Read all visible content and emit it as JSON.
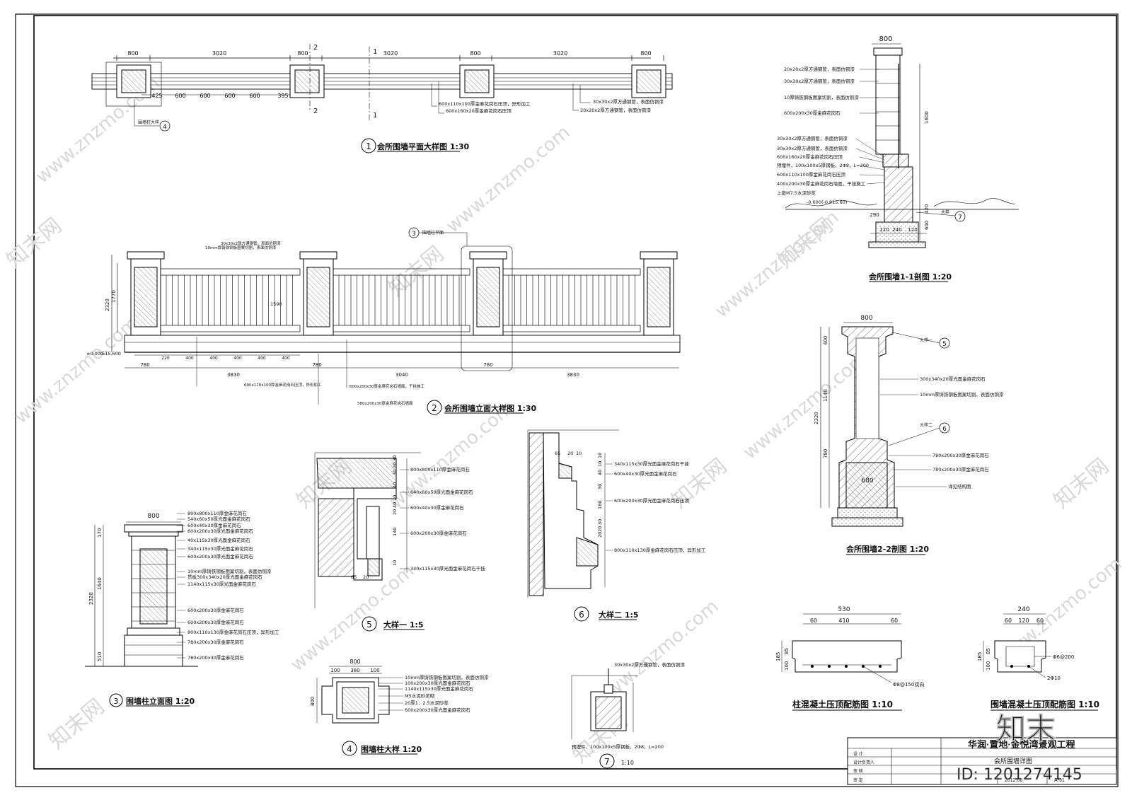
{
  "plan": {
    "title": "会所围墙平面大样图 1:30",
    "num": "1",
    "top_dims": [
      "800",
      "3020",
      "800",
      "3020",
      "800",
      "3020",
      "800"
    ],
    "bottom_dims": [
      "425",
      "600",
      "600",
      "600",
      "600",
      "395"
    ],
    "notes": [
      "600x110x100厚金麻花岗石压顶，异形加工",
      "600x160x20厚金麻花岗石压顶",
      "30x30x2厚方通钢管，表面仿铜漆",
      "20x20x2厚方通钢管，表面仿铜漆"
    ],
    "callout": "围墙柱大样",
    "sec1": "1",
    "sec2": "2"
  },
  "elevation": {
    "title": "会所围墙立面大样图 1:30",
    "num": "2",
    "callout": "围墙柱平面",
    "callout_num": "3",
    "height": "2320",
    "height2": "1770",
    "ground": "±0.000",
    "ground2": "515.600",
    "bottom_dims": [
      "780",
      "3830",
      "780",
      "3040",
      "780",
      "3830"
    ],
    "sub_dims": [
      "220",
      "400",
      "400",
      "400",
      "400",
      "400"
    ],
    "notes": [
      "600x110x100厚金麻花岗石压顶，异形加工",
      "600x200x30厚金麻花岗石墙面，干挂施工",
      "580x200x30厚金麻花岗石墙面",
      "30x30x2厚方通钢管，表面仿铜漆",
      "10mm厚铸铁钢板图案切割，表面仿铜漆"
    ],
    "ctr_dim": "1590"
  },
  "section11": {
    "title": "会所围墙1-1剖图 1:20",
    "top": "800",
    "ground": "-0.600(-0.915.60)",
    "dims": [
      "290",
      "120",
      "240",
      "120"
    ],
    "notes": [
      "20x20x2厚方通钢管，表面仿铜漆",
      "30x30x2厚方通钢管，表面仿铜漆",
      "10厚铸铁钢板图案切割，表面仿铜漆",
      "600x200x30厚金麻花岗石",
      "30x30x2厚方通钢管，表面仿铜漆",
      "30x30x2厚方通钢管，表面仿铜漆",
      "600x160x20厚金麻花岗石压顶",
      "预埋件，100x100x5厚钢板，2Φ8，L=200",
      "600x110x100厚金麻花岗石压顶",
      "400x200x30厚金麻花岗石墙面，干挂施工",
      "上嵌M7.5水泥砂浆"
    ],
    "callout": "大样",
    "callout_num": "7",
    "vdims": [
      "1600",
      "600",
      "420"
    ]
  },
  "section22": {
    "title": "会所围墙2-2剖图 1:20",
    "top": "800",
    "inner": "680",
    "height": "2320",
    "vdims": [
      "400",
      "1140",
      "780"
    ],
    "notes": [
      "300x340x20厚光面金麻花岗石",
      "10mm厚铸铁钢板图案切割，表面仿铜漆",
      "780x200x30厚金麻花岗石",
      "780x200x30厚金麻花岗石",
      "详见结构图"
    ],
    "callout_a": "大样一",
    "callout_a_num": "5",
    "callout_b": "大样二",
    "callout_b_num": "6"
  },
  "pillar": {
    "title": "围墙柱立面图 1:20",
    "num": "3",
    "top": "800",
    "height": "2320",
    "vdims": [
      "170",
      "1640",
      "510"
    ],
    "notes": [
      "800x800x110厚金麻花岗石",
      "540x60x50厚光面金麻花岗石",
      "600x40x30厚金麻花岗石",
      "600x200x30厚光面金麻花岗石",
      "40x115x30厚光面金麻花岗石",
      "340x115x30厚光面金麻花岗石",
      "600x200x30厚光面金麻花岗石",
      "10mm厚铸铁钢板图案切割，表面仿铜漆",
      "贯板300x340x20厚光面金麻花岗石",
      "1140x115x30厚光面金麻花岗石",
      "600x200x30厚金麻花岗石",
      "600x200x30厚金麻花岗石",
      "800x110x130厚金麻花岗石压顶，异形加工",
      "780x200x30厚金麻花岗石",
      "780x200x30厚金麻花岗石"
    ]
  },
  "detail5": {
    "title": "大样一 1:5",
    "num": "5",
    "notes": [
      "800x800x110厚金麻花岗石",
      "640x60x50厚光面金麻花岗石",
      "600x40x30厚金麻花岗石",
      "600x200x30厚金麻花岗石",
      "340x115x30厚光面金麻花岗石干挂"
    ],
    "vdims": [
      "30",
      "20",
      "30",
      "40",
      "20",
      "40",
      "20",
      "140",
      "10"
    ],
    "hdims": [
      "65",
      "20"
    ]
  },
  "detail6": {
    "title": "大样二 1:5",
    "num": "6",
    "notes": [
      "340x115x30厚光面金麻花岗石干挂",
      "600x40x30厚光面金麻花岗石",
      "600x200x30厚光面金麻花岗石压顶",
      "800x110x130厚金麻花岗石压顶，异形加工"
    ],
    "hdims": [
      "65",
      "20",
      "10"
    ],
    "vdims": [
      "10",
      "10",
      "40",
      "30",
      "180",
      "30",
      "20",
      "20"
    ]
  },
  "detail4": {
    "title": "围墙柱大样 1:20",
    "num": "4",
    "hdims": [
      "800",
      "100",
      "380",
      "100"
    ],
    "vdims": [
      "800"
    ],
    "notes": [
      "10mm厚铸铁钢板图案切割，表面仿铜漆",
      "100x200x30厚光面金麻花岗石",
      "1140x115x30厚光面金麻花岗石",
      "M5水泥砂浆砌",
      "20厚1：2.5水泥砂浆",
      "600x200x30厚光面金麻花岗石"
    ]
  },
  "detail7": {
    "title": "1:10",
    "num": "7",
    "notes": [
      "30x30x2厚方通钢管，表面仿铜漆"
    ],
    "anchor": "预埋件，100x100x5厚钢板，2Φ8，L=200"
  },
  "rebar1": {
    "title": "柱混凝土压顶配筋图 1:10",
    "top": "530",
    "dims": [
      "60",
      "410",
      "60"
    ],
    "vdims": [
      "185",
      "100",
      "85"
    ],
    "rebar": "Φ8@150双向"
  },
  "rebar2": {
    "title": "围墙混凝土压顶配筋图 1:10",
    "top": "240",
    "dims": [
      "60",
      "120",
      "60"
    ],
    "vdims": [
      "185",
      "100",
      "85"
    ],
    "rebar_a": "Φ6@200",
    "rebar_b": "2Φ10"
  },
  "titleblock": {
    "project": "华润·置地·金悦湾景观工程",
    "drawing": "会所围墙详图",
    "rows": [
      "设 计",
      "设计负责人",
      "审 核",
      "审 定"
    ],
    "date": "2012.06",
    "sheet": "A-31"
  },
  "watermark": {
    "site": "www.znzmo.com",
    "brand": "知末网",
    "logo": "知末",
    "id": "ID: 1201274145"
  }
}
